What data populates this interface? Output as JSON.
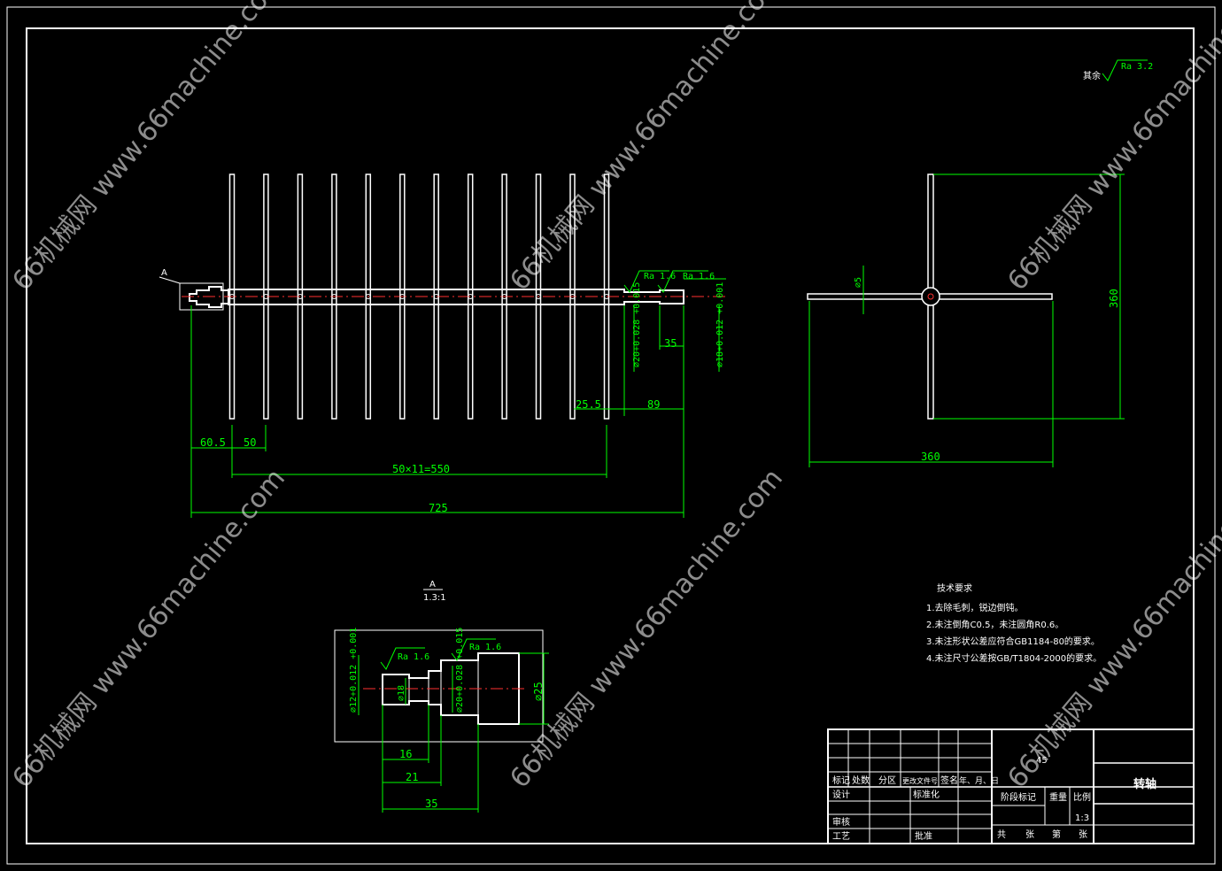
{
  "drawing": {
    "title": "转轴",
    "roughness_note": "其余",
    "roughness_value": "Ra 3.2",
    "roughness_small": "Ra 1.6",
    "datum": "A",
    "detail_label": "A",
    "detail_scale": "1.3:1"
  },
  "dimensions": {
    "d_60_5": "60.5",
    "d_50": "50",
    "d_pitch": "50×11=550",
    "d_725": "725",
    "d_25_5": "25.5",
    "d_89": "89",
    "d_35_main": "35",
    "d_phi20": "⌀20+0.028 +0.015",
    "d_phi18": "⌀18+0.012 +0.001",
    "d_phi5": "⌀5",
    "d_360_v": "360",
    "d_360_h": "360",
    "d_phi12": "⌀12+0.012 +0.001",
    "d_phi18_detail": "⌀18",
    "d_phi20_detail": "⌀20+0.028 +0.015",
    "d_phi25": "⌀25",
    "d_16": "16",
    "d_21": "21",
    "d_35": "35"
  },
  "tech_requirements": {
    "heading": "技术要求",
    "items": [
      "1.去除毛刺，锐边倒钝。",
      "2.未注倒角C0.5，未注圆角R0.6。",
      "3.未注形状公差应符合GB1184-80的要求。",
      "4.未注尺寸公差按GB/T1804-2000的要求。"
    ]
  },
  "title_block": {
    "marks": "标记",
    "count": "处数",
    "zone": "分区",
    "doc_no": "更改文件号",
    "sign": "签名",
    "date": "年、月、日",
    "design": "设计",
    "standard": "标准化",
    "review": "审核",
    "process": "工艺",
    "approve": "批准",
    "stage_mark": "阶段标记",
    "weight": "重量",
    "scale": "比例",
    "scale_value": "1:3",
    "total": "共",
    "sheets": "张",
    "sheet_no": "第",
    "sheets2": "张",
    "material": "45"
  },
  "watermark": "66机械网 www.66machine.com"
}
